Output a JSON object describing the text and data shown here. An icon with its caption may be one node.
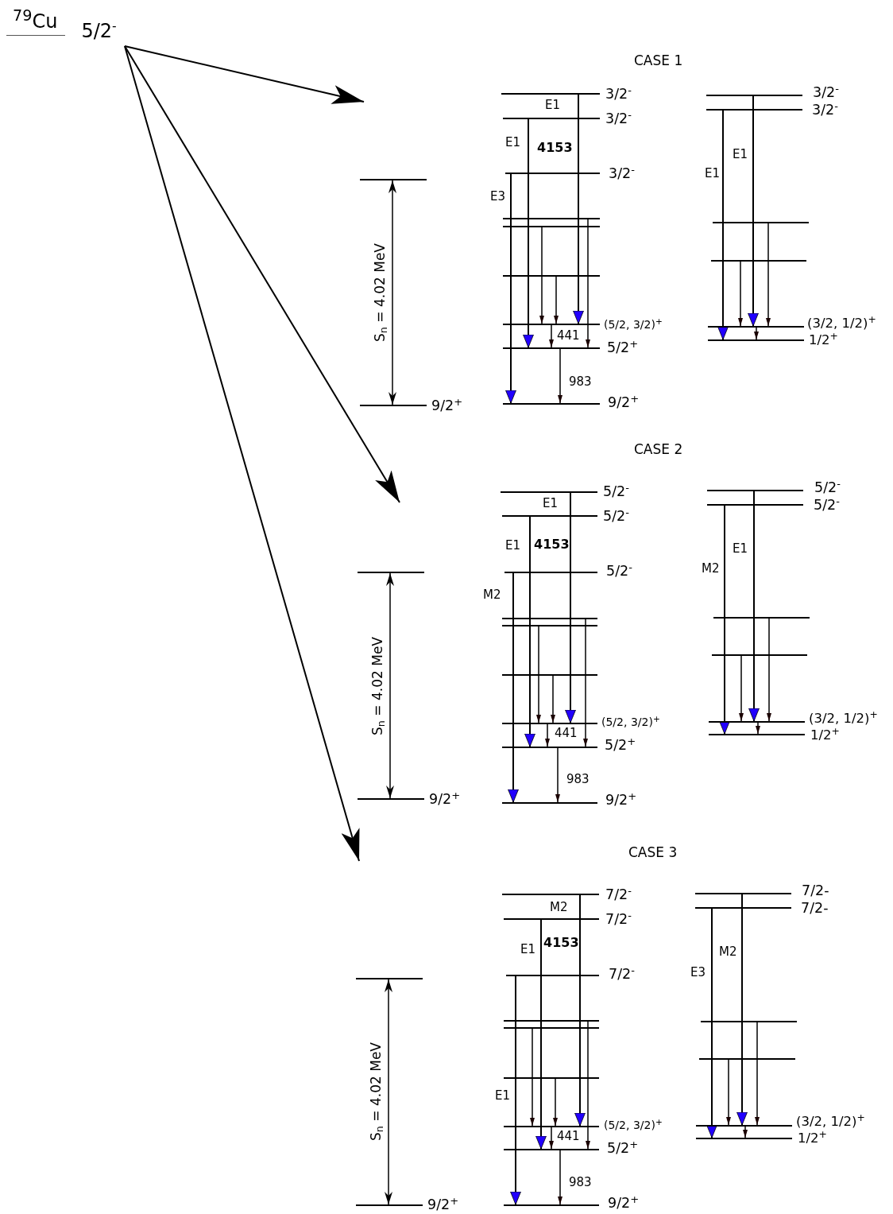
{
  "diagram": {
    "nodes": [
      {
        "text": [
          "$^{79}$Cu",
          "5/2$^{-}$"
        ]
      },
      {
        "text": [
          "3/2$^{-}$"
        ]
      },
      {
        "text": [
          "3/2$^{-}$"
        ]
      },
      {
        "text": [
          "3/2$^{-}$"
        ]
      },
      {
        "text": [],
        "shape": "bar"
      },
      {
        "text": [],
        "shape": "bar"
      },
      {
        "text": [],
        "shape": "bar"
      },
      {
        "text": [
          "(5/2, 3/2)$^{+}$"
        ]
      },
      {
        "text": [
          "5/2$^{+}$"
        ]
      },
      {
        "text": [
          "9/2$^{+}$"
        ]
      },
      {
        "text": [],
        "shape": "bar"
      },
      {
        "text": [
          "9/2$^{+}$"
        ]
      },
      {
        "text": [
          "3/2$^{-}$"
        ]
      },
      {
        "text": [
          "3/2$^{-}$"
        ]
      },
      {
        "text": [],
        "shape": "bar"
      },
      {
        "text": [],
        "shape": "bar"
      },
      {
        "text": [
          "(3/2, 1/2)$^{+}$"
        ]
      },
      {
        "text": [
          "1/2$^{+}$"
        ]
      },
      {
        "text": [
          "5/2$^{-}$"
        ]
      },
      {
        "text": [
          "5/2$^{-}$"
        ]
      },
      {
        "text": [
          "5/2$^{-}$"
        ]
      },
      {
        "text": [],
        "shape": "bar"
      },
      {
        "text": [],
        "shape": "bar"
      },
      {
        "text": [],
        "shape": "bar"
      },
      {
        "text": [
          "(5/2, 3/2)$^{+}$"
        ]
      },
      {
        "text": [
          "5/2$^{+}$"
        ]
      },
      {
        "text": [
          "9/2$^{+}$"
        ]
      },
      {
        "text": [],
        "shape": "bar"
      },
      {
        "text": [
          "9/2$^{+}$"
        ]
      },
      {
        "text": [
          "5/2$^{-}$"
        ]
      },
      {
        "text": [
          "5/2$^{-}$"
        ]
      },
      {
        "text": [],
        "shape": "bar"
      },
      {
        "text": [],
        "shape": "bar"
      },
      {
        "text": [
          "(3/2, 1/2)$^{+}$"
        ]
      },
      {
        "text": [
          "1/2$^{+}$"
        ]
      },
      {
        "text": [
          "7/2$^{-}$"
        ]
      },
      {
        "text": [
          "7/2$^{-}$"
        ]
      },
      {
        "text": [
          "7/2$^{-}$"
        ]
      },
      {
        "text": [],
        "shape": "bar"
      },
      {
        "text": [],
        "shape": "bar"
      },
      {
        "text": [],
        "shape": "bar"
      },
      {
        "text": [
          "(5/2, 3/2)$^{+}$"
        ]
      },
      {
        "text": [
          "5/2$^{+}$"
        ]
      },
      {
        "text": [
          "9/2$^{+}$"
        ]
      },
      {
        "text": [],
        "shape": "bar"
      },
      {
        "text": [
          "9/2$^{+}$"
        ]
      },
      {
        "text": [
          "7/2-"
        ]
      },
      {
        "text": [
          "7/2-"
        ]
      },
      {
        "text": [],
        "shape": "bar"
      },
      {
        "text": [],
        "shape": "bar"
      },
      {
        "text": [
          "(3/2, 1/2)$^{+}$"
        ]
      },
      {
        "text": [
          "1/2$^{+}$"
        ]
      }
    ],
    "edges": [
      {
        "from": 0,
        "to": null,
        "arrow": "to"
      },
      {
        "from": 0,
        "to": null,
        "arrow": "to"
      },
      {
        "from": 0,
        "to": null,
        "arrow": "to"
      },
      {
        "from": 1,
        "to": 7,
        "arrow": "to",
        "label": "E1"
      },
      {
        "from": 2,
        "to": 8,
        "arrow": "to",
        "label": "E1"
      },
      {
        "from": 3,
        "to": 9,
        "arrow": "to",
        "label": "E3"
      },
      {
        "from": 4,
        "to": 8,
        "arrow": "to"
      },
      {
        "from": 5,
        "to": 7,
        "arrow": "to"
      },
      {
        "from": 6,
        "to": 7,
        "arrow": "to"
      },
      {
        "from": 7,
        "to": 8,
        "arrow": "to",
        "label": "441"
      },
      {
        "from": 8,
        "to": 9,
        "arrow": "to",
        "label": "983"
      },
      {
        "from": 12,
        "to": 16,
        "arrow": "to",
        "label": "E1"
      },
      {
        "from": 13,
        "to": 17,
        "arrow": "to",
        "label": "E1"
      },
      {
        "from": 14,
        "to": 16,
        "arrow": "to"
      },
      {
        "from": 15,
        "to": 16,
        "arrow": "to"
      },
      {
        "from": 16,
        "to": 17,
        "arrow": "to"
      },
      {
        "from": 18,
        "to": 24,
        "arrow": "to",
        "label": "E1"
      },
      {
        "from": 19,
        "to": 25,
        "arrow": "to",
        "label": "E1"
      },
      {
        "from": 20,
        "to": 26,
        "arrow": "to",
        "label": "M2"
      },
      {
        "from": 21,
        "to": 25,
        "arrow": "to"
      },
      {
        "from": 22,
        "to": 24,
        "arrow": "to"
      },
      {
        "from": 23,
        "to": 24,
        "arrow": "to"
      },
      {
        "from": 24,
        "to": 25,
        "arrow": "to",
        "label": "441"
      },
      {
        "from": 25,
        "to": 26,
        "arrow": "to",
        "label": "983"
      },
      {
        "from": 29,
        "to": 33,
        "arrow": "to",
        "label": "E1"
      },
      {
        "from": 30,
        "to": 34,
        "arrow": "to",
        "label": "M2"
      },
      {
        "from": 31,
        "to": 33,
        "arrow": "to"
      },
      {
        "from": 32,
        "to": 33,
        "arrow": "to"
      },
      {
        "from": 33,
        "to": 34,
        "arrow": "to"
      },
      {
        "from": 35,
        "to": 41,
        "arrow": "to",
        "label": "M2"
      },
      {
        "from": 36,
        "to": 42,
        "arrow": "to",
        "label": "E1"
      },
      {
        "from": 37,
        "to": 43,
        "arrow": "to",
        "label": "E1"
      },
      {
        "from": 38,
        "to": 42,
        "arrow": "to"
      },
      {
        "from": 39,
        "to": 41,
        "arrow": "to"
      },
      {
        "from": 40,
        "to": 41,
        "arrow": "to"
      },
      {
        "from": 41,
        "to": 42,
        "arrow": "to",
        "label": "441"
      },
      {
        "from": 42,
        "to": 43,
        "arrow": "to",
        "label": "983"
      },
      {
        "from": 46,
        "to": 50,
        "arrow": "to",
        "label": "M2"
      },
      {
        "from": 47,
        "to": 51,
        "arrow": "to",
        "label": "E3"
      },
      {
        "from": 48,
        "to": 50,
        "arrow": "to"
      },
      {
        "from": 49,
        "to": 50,
        "arrow": "to"
      },
      {
        "from": 50,
        "to": 51,
        "arrow": "to"
      },
      {
        "from": 10,
        "to": 11,
        "arrow": "both"
      },
      {
        "from": 27,
        "to": 28,
        "arrow": "both"
      },
      {
        "from": 44,
        "to": 45,
        "arrow": "both"
      }
    ],
    "labels": [
      "CASE 1",
      "4153",
      "S$_{n}$ = 4.02 MeV",
      "CASE 2",
      "4153",
      "S$_{n}$ = 4.02 MeV",
      "CASE 3",
      "4153",
      "S$_{n}$ = 4.02 MeV"
    ]
  }
}
